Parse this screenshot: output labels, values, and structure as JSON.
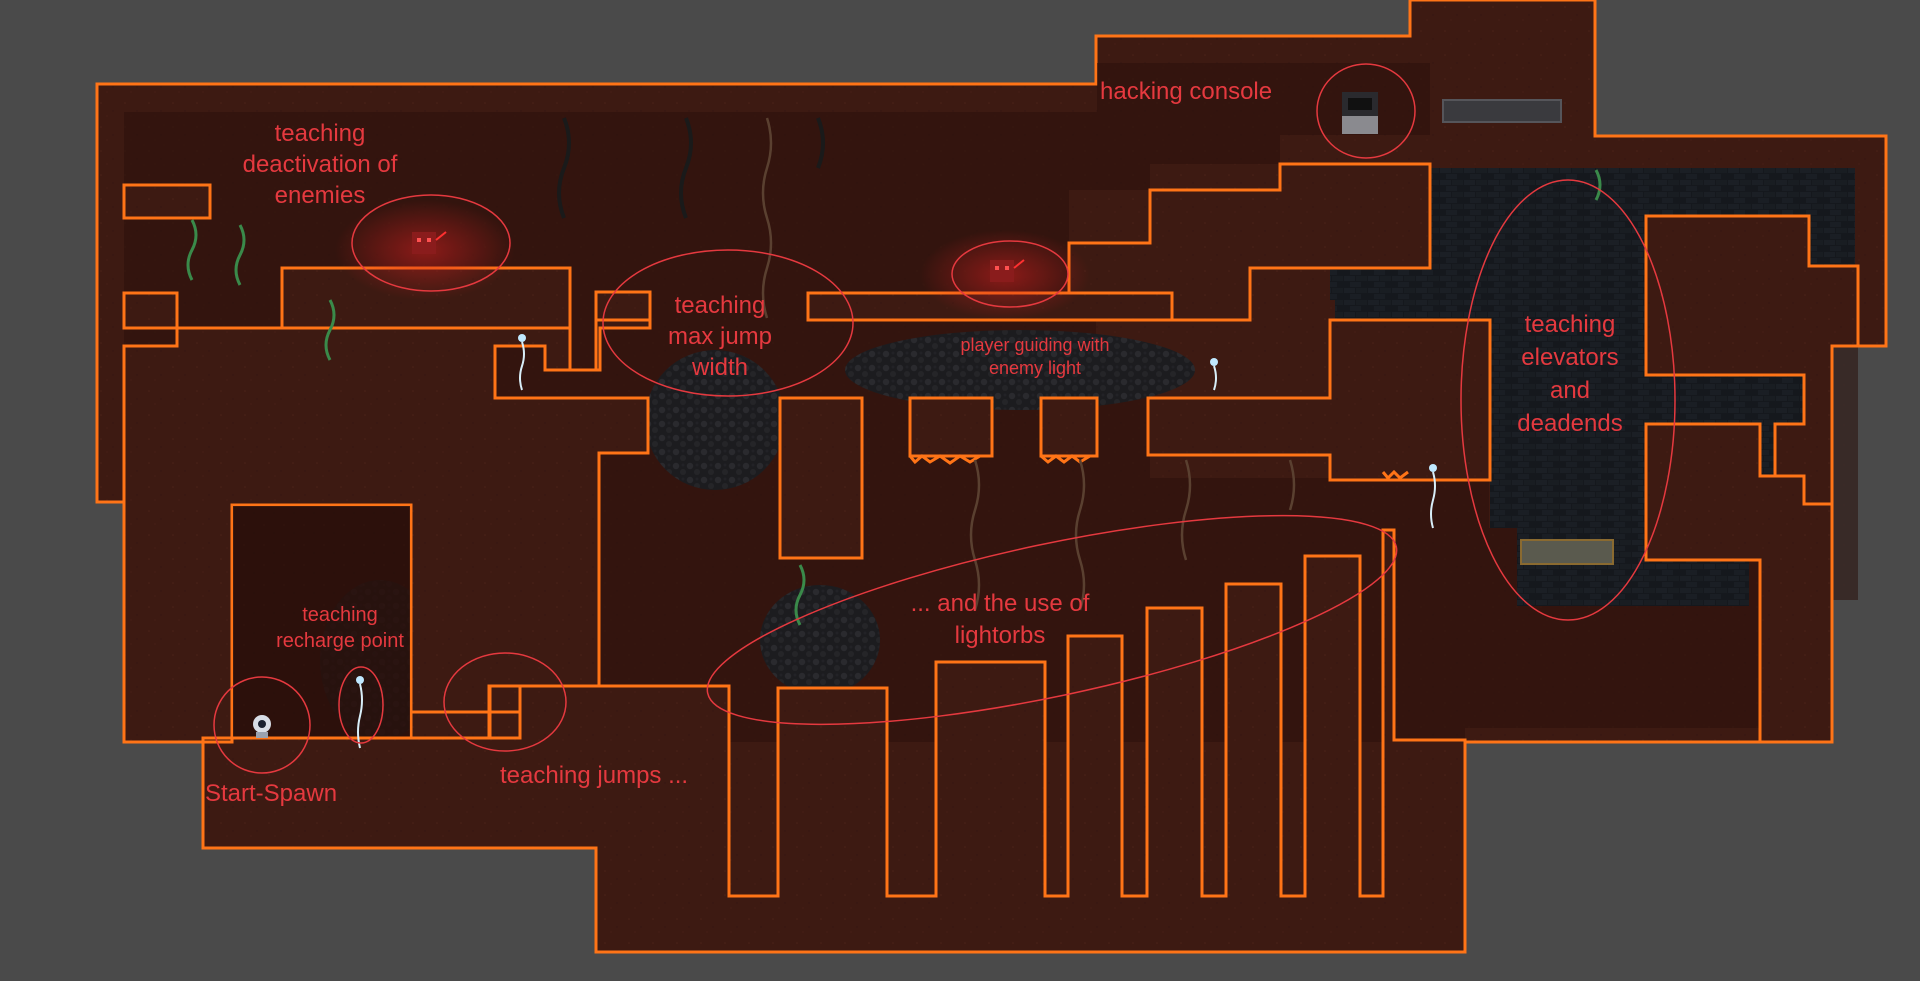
{
  "colors": {
    "background": "#4a4a4a",
    "level_fill": "#3d1a12",
    "cave_fill": "#2a0f0a",
    "outline": "#ff7417",
    "annotation": "#e5393f",
    "dark_rock": "#1a1a1c",
    "elevator_zone": "#14171c"
  },
  "annotations": {
    "deactivation": "teaching\ndeactivation of\nenemies",
    "max_jump": "teaching\nmax jump\nwidth",
    "hacking": "hacking console",
    "guiding": "player guiding with\nenemy light",
    "elevators": "teaching\nelevators\nand\ndeadends",
    "recharge": "teaching\nrecharge point",
    "lightorbs": "... and the use of\nlightorbs",
    "jumps": "teaching jumps ...",
    "spawn": "Start-Spawn"
  },
  "sprites": {
    "enemy_1": "enemy-robot-icon",
    "enemy_2": "enemy-robot-icon",
    "player": "player-robot-icon",
    "console": "hacking-console-icon",
    "recharge": "recharge-point-icon",
    "lightorb": "lightorb-icon",
    "vine": "vine-icon",
    "elevator": "elevator-platform-icon"
  }
}
